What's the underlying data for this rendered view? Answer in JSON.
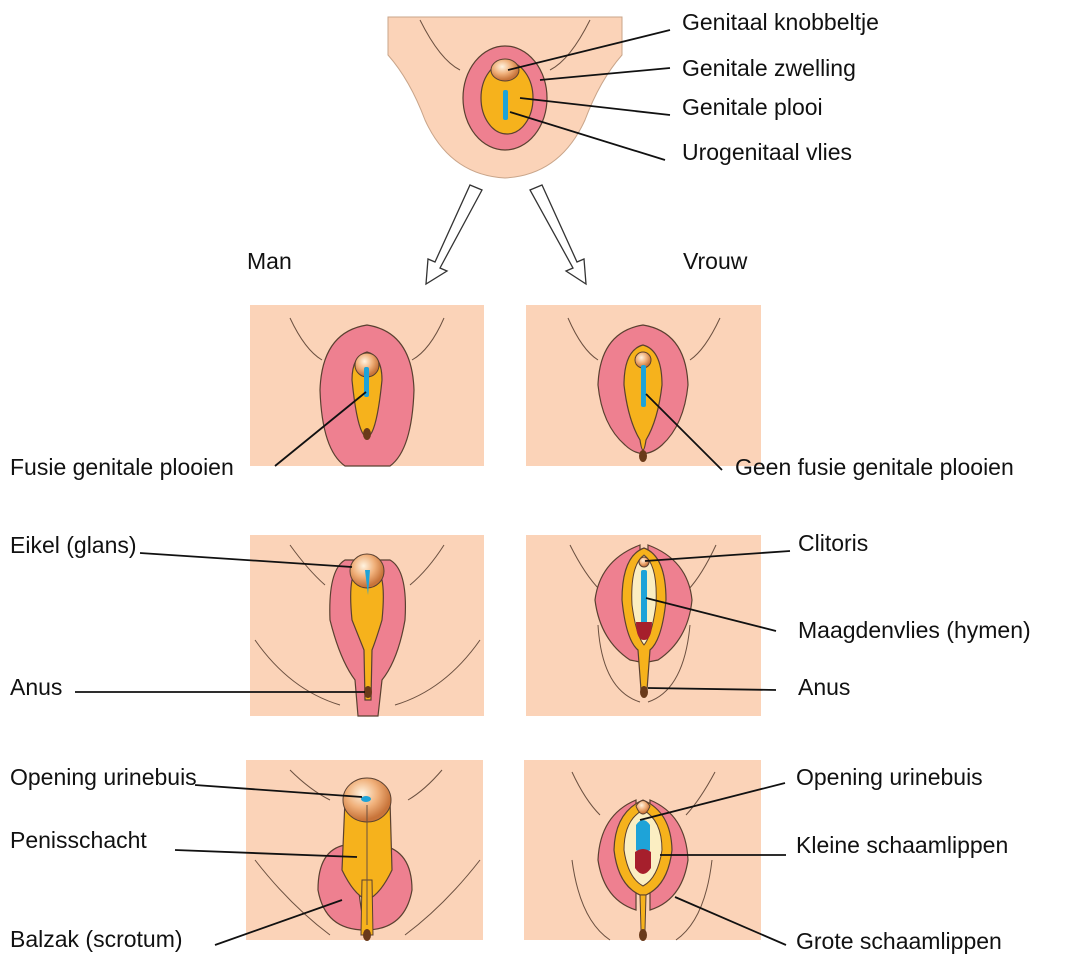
{
  "colors": {
    "skin": "#fbd3b8",
    "swelling": "#ee8090",
    "fold": "#f6b21c",
    "tubercle": "#e79a58",
    "membrane": "#1ea3d8",
    "hymen": "#a61f2c",
    "inner_lip": "#fbeec2",
    "anus": "#6a3a1a"
  },
  "top": {
    "labels": {
      "tubercle": "Genitaal knobbeltje",
      "swelling": "Genitale zwelling",
      "fold": "Genitale plooi",
      "membrane": "Urogenitaal vlies"
    }
  },
  "headings": {
    "male": "Man",
    "female": "Vrouw"
  },
  "male": {
    "fusion": "Fusie genitale plooien",
    "glans": "Eikel (glans)",
    "anus": "Anus",
    "urethra": "Opening urinebuis",
    "shaft": "Penisschacht",
    "scrotum": "Balzak (scrotum)"
  },
  "female": {
    "no_fusion": "Geen fusie genitale plooien",
    "clitoris": "Clitoris",
    "hymen": "Maagdenvlies (hymen)",
    "anus": "Anus",
    "urethra": "Opening urinebuis",
    "minora": "Kleine schaamlippen",
    "majora": "Grote schaamlippen"
  }
}
